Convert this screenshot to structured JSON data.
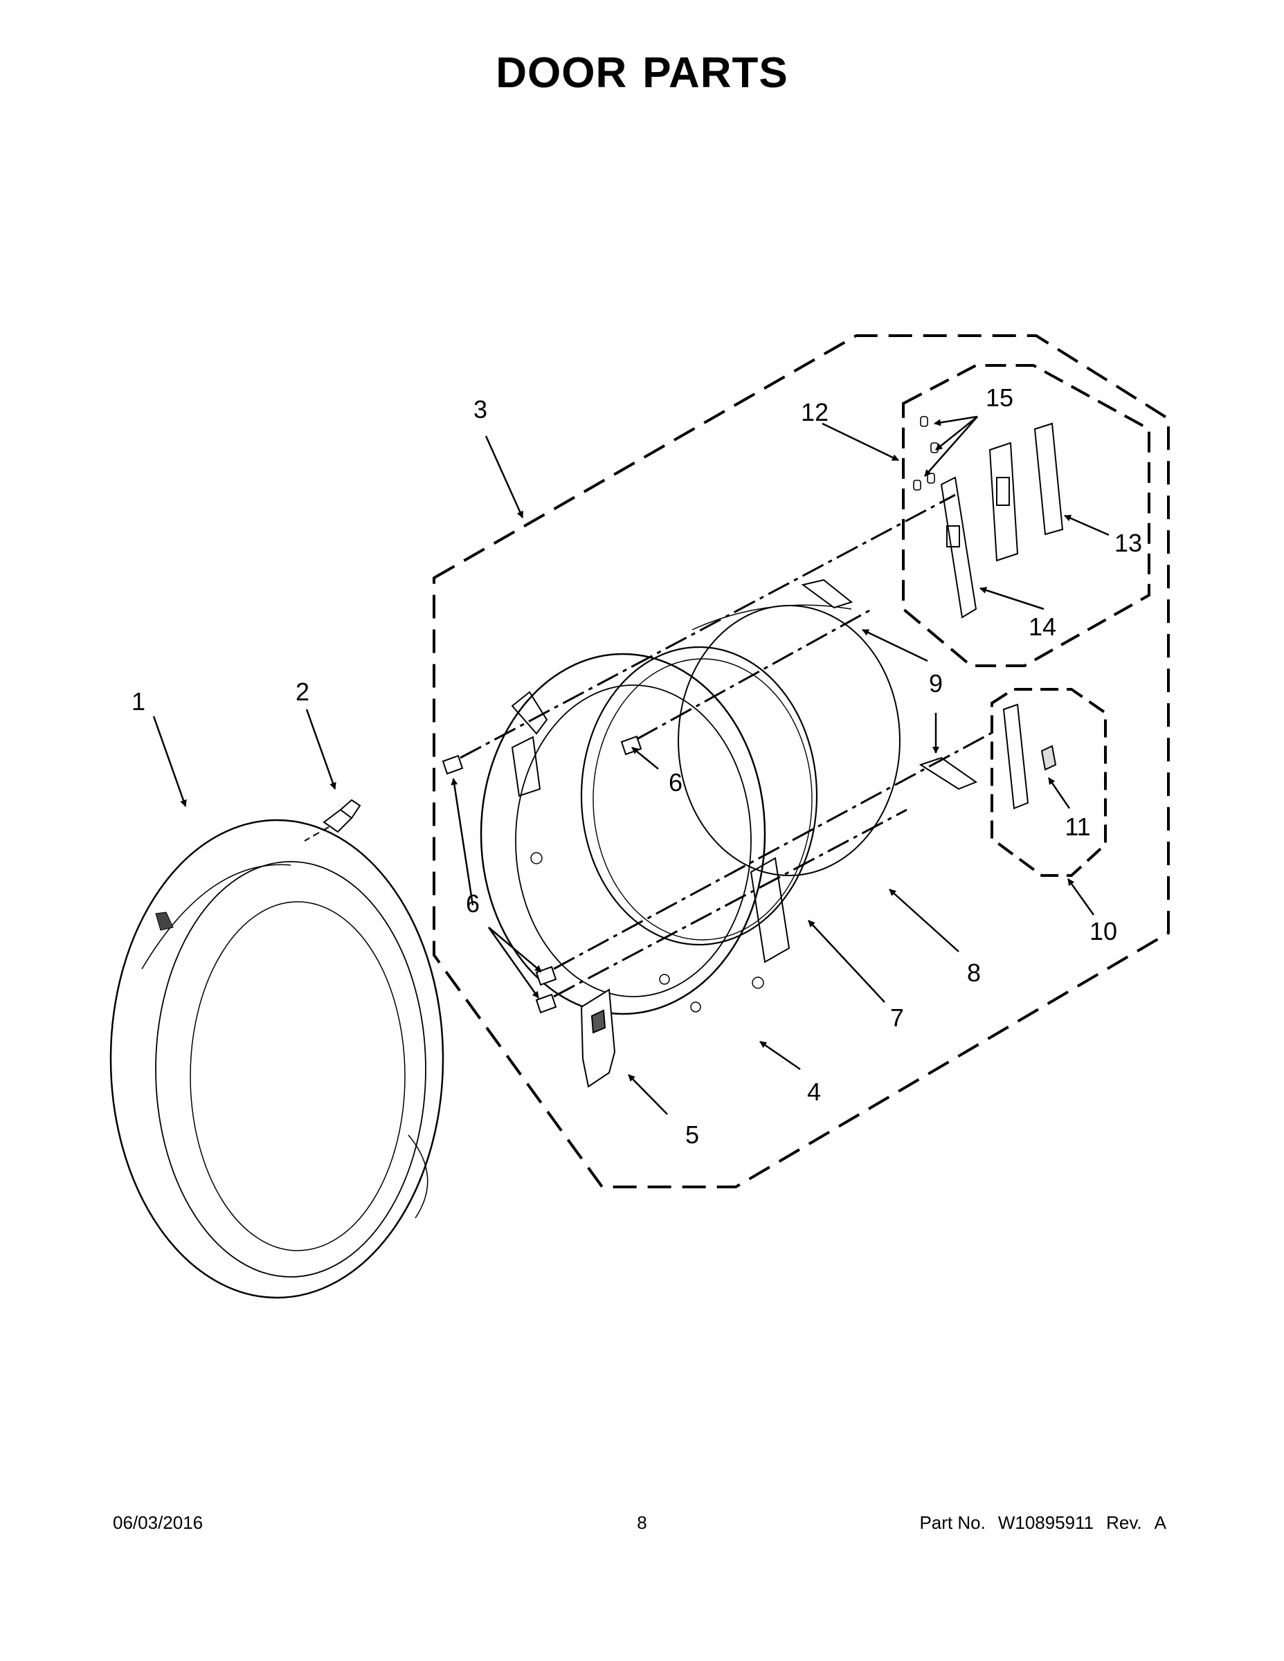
{
  "page": {
    "title_word1": "DOOR",
    "title_word2": "PARTS"
  },
  "callouts": {
    "c1": "1",
    "c2": "2",
    "c3": "3",
    "c4": "4",
    "c5": "5",
    "c6a": "6",
    "c6b": "6",
    "c7": "7",
    "c8": "8",
    "c9": "9",
    "c10": "10",
    "c11": "11",
    "c12": "12",
    "c13": "13",
    "c14": "14",
    "c15": "15"
  },
  "footer": {
    "date": "06/03/2016",
    "page_number": "8",
    "part_label": "Part No.",
    "part_number": "W10895911",
    "rev_label": "Rev.",
    "rev_value": "A"
  }
}
